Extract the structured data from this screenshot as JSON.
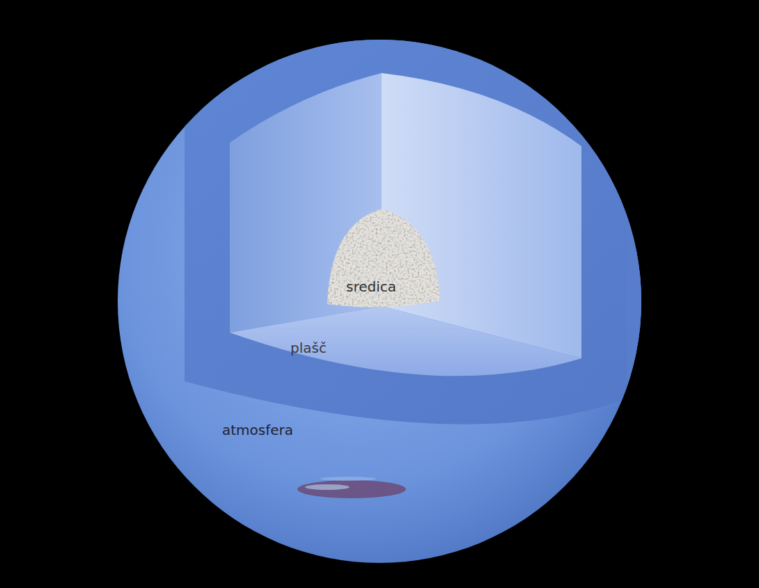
{
  "diagram": {
    "labels": [
      "sredica",
      "plašč",
      "atmosfera"
    ]
  }
}
